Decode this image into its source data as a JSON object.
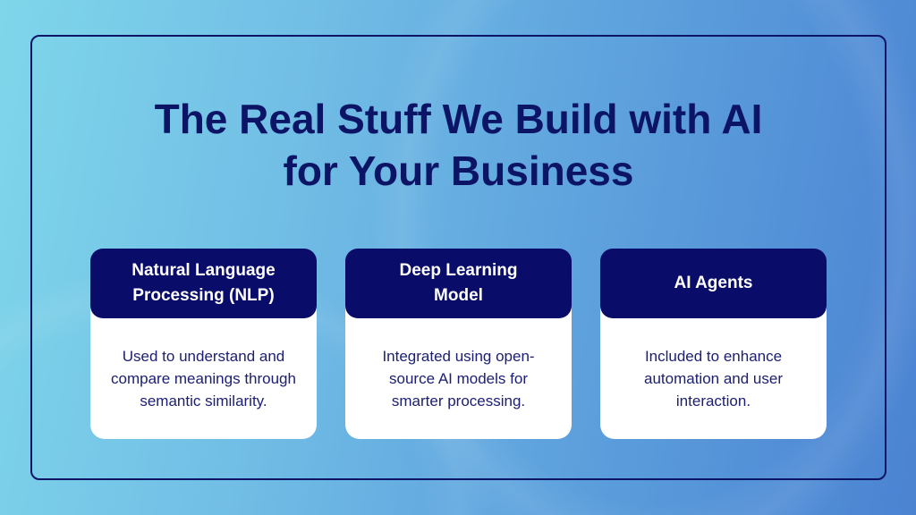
{
  "title": {
    "line1": "The Real Stuff We Build with AI",
    "line2": "for Your Business"
  },
  "cards": [
    {
      "heading_line1": "Natural Language",
      "heading_line2": "Processing (NLP)",
      "body": "Used to understand and compare meanings through semantic similarity."
    },
    {
      "heading_line1": "Deep Learning",
      "heading_line2": "Model",
      "body": "Integrated using open-source AI models for smarter processing."
    },
    {
      "heading_line1": "AI Agents",
      "heading_line2": "",
      "body": "Included to enhance automation and user interaction."
    }
  ],
  "colors": {
    "navy": "#0a0c6a",
    "frame": "#0c1466"
  }
}
